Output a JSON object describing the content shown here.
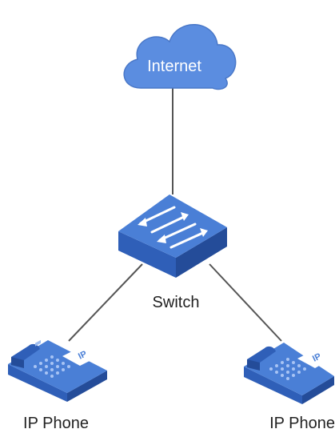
{
  "nodes": {
    "internet": {
      "label": "Internet"
    },
    "switch": {
      "label": "Switch"
    },
    "phone_left": {
      "label": "IP Phone",
      "screen_text": "IP"
    },
    "phone_right": {
      "label": "IP Phone",
      "screen_text": "IP"
    }
  },
  "links": [
    {
      "from": "internet",
      "to": "switch"
    },
    {
      "from": "switch",
      "to": "phone_left"
    },
    {
      "from": "switch",
      "to": "phone_right"
    }
  ],
  "colors": {
    "device_top": "#4a7fd6",
    "device_side": "#2f5fb8",
    "device_dark": "#244c99",
    "cloud_fill": "#5b8de0",
    "link_line": "#555555",
    "label_text": "#222222"
  }
}
